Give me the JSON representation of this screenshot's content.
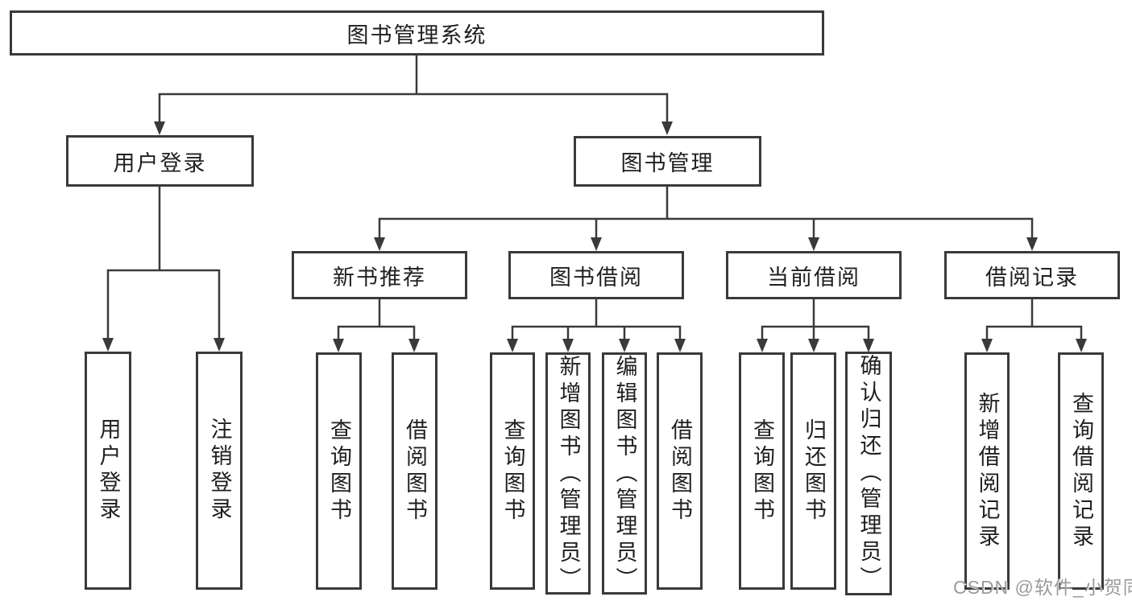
{
  "diagram": {
    "root": {
      "label": "图书管理系统"
    },
    "level2": [
      {
        "label": "用户登录"
      },
      {
        "label": "图书管理"
      }
    ],
    "level3": [
      {
        "label": "新书推荐"
      },
      {
        "label": "图书借阅"
      },
      {
        "label": "当前借阅"
      },
      {
        "label": "借阅记录"
      }
    ],
    "leaves": {
      "user_login": [
        "用户登录",
        "注销登录"
      ],
      "new_book_recommendation": [
        "查询图书",
        "借阅图书"
      ],
      "book_borrowing": [
        "查询图书",
        "新增图书（管理员）",
        "编辑图书（管理员）",
        "借阅图书"
      ],
      "current_borrowing": [
        "查询图书",
        "归还图书",
        "确认归还（管理员）"
      ],
      "borrowing_records": [
        "新增借阅记录",
        "查询借阅记录"
      ]
    }
  },
  "watermark": {
    "text": "CSDN @软件_小贺同学"
  },
  "colors": {
    "line": "#3a3a3a",
    "text": "#1f1f1f",
    "background": "#ffffff",
    "watermark": "#9b9b9b"
  }
}
